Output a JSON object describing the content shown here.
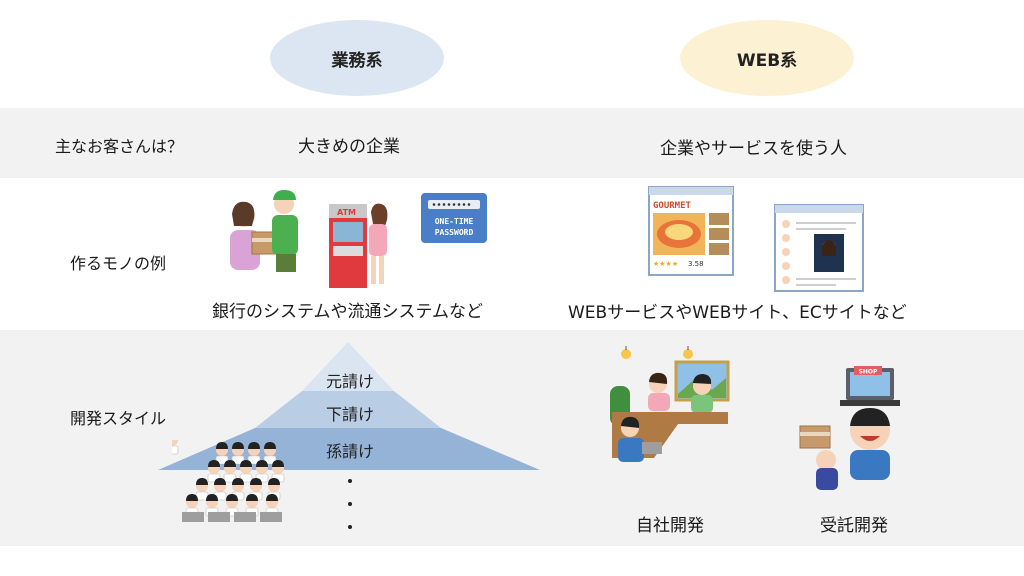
{
  "columns": {
    "business": {
      "label": "業務系",
      "color": "#dce6f2"
    },
    "web": {
      "label": "WEB系",
      "color": "#fdf1d3"
    }
  },
  "rows": {
    "customer": {
      "label": "主なお客さんは？",
      "business": "大きめの企業",
      "web": "企業やサービスを使う人"
    },
    "product": {
      "label": "作るモノの例",
      "business": "銀行のシステムや流通システムなど",
      "web": "WEBサービスやWEBサイト、ECサイトなど",
      "otp_text_1": "ONE-TIME",
      "otp_text_2": "PASSWORD",
      "atm_text": "ATM",
      "gourmet_text": "GOURMET",
      "rating_text": "3.58"
    },
    "style": {
      "label": "開発スタイル",
      "pyramid": [
        "元請け",
        "下請け",
        "孫請け"
      ],
      "in_house": "自社開発",
      "contract": "受託開発",
      "shop_text": "SHOP"
    }
  },
  "colors": {
    "band": "#f2f2f2",
    "pyramid_top": "#dbe5f1",
    "pyramid_mid": "#b9cde5",
    "pyramid_bottom": "#95b3d7"
  }
}
